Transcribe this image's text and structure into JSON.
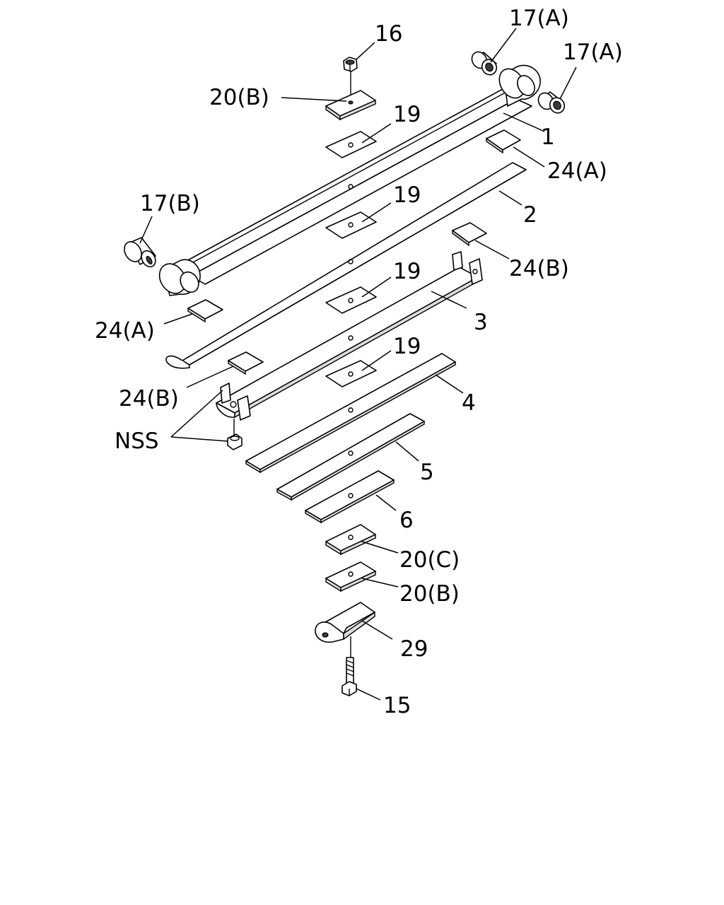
{
  "diagram": {
    "callouts": {
      "c16": "16",
      "c17a_top": "17(A)",
      "c17a_right": "17(A)",
      "c20b_top": "20(B)",
      "c19_1": "19",
      "c1": "1",
      "c24a_right": "24(A)",
      "c17b": "17(B)",
      "c19_2": "19",
      "c2": "2",
      "c24b_right": "24(B)",
      "c19_3": "19",
      "c3": "3",
      "c24a_left": "24(A)",
      "c19_4": "19",
      "c24b_left": "24(B)",
      "c4": "4",
      "cnss": "NSS",
      "c5": "5",
      "c6": "6",
      "c20c": "20(C)",
      "c20b_bottom": "20(B)",
      "c29": "29",
      "c15": "15"
    }
  }
}
